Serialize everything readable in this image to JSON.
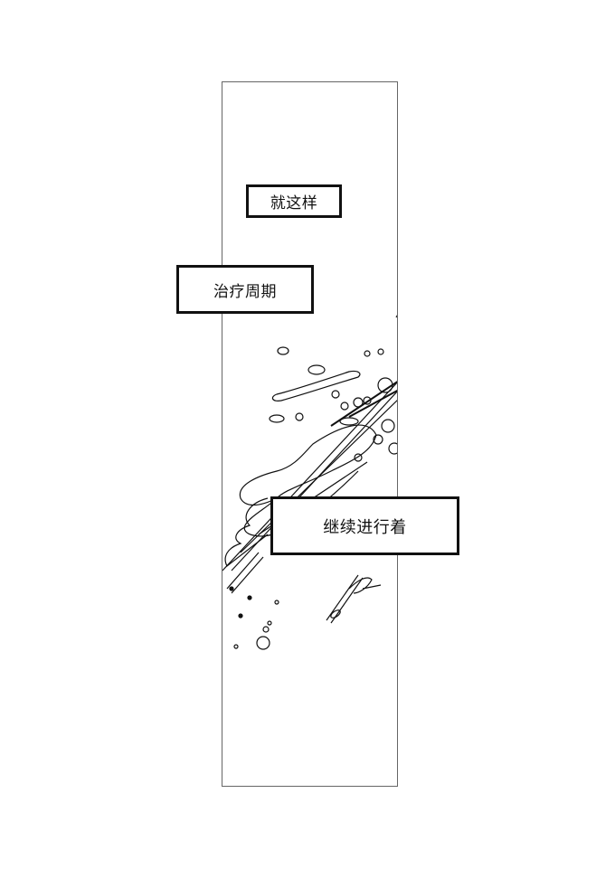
{
  "page": {
    "background": "#ffffff",
    "panel_border_color": "#666666"
  },
  "captions": [
    {
      "text": "就这样"
    },
    {
      "text": "治疗周期"
    },
    {
      "text": "继续进行着"
    }
  ],
  "artwork": {
    "description": "line-art splash of liquid droplets and streaks across panel, with a hand holding a small brush/needle",
    "icons": [
      "splash-illustration",
      "hand-with-brush-illustration"
    ]
  }
}
